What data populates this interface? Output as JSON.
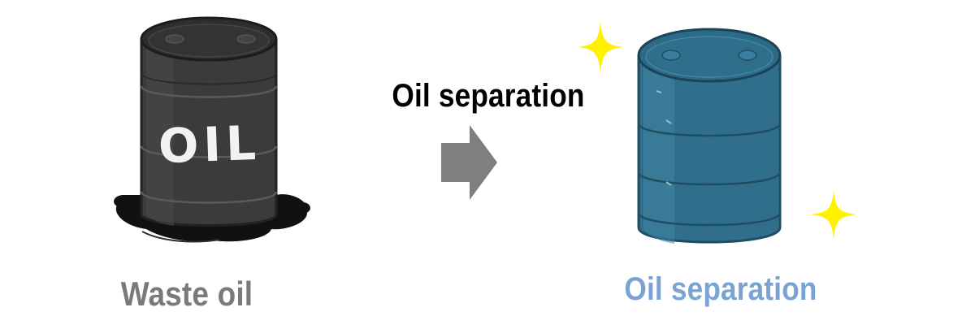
{
  "left_barrel": {
    "caption": "Waste oil",
    "stencil": "OIL",
    "caption_color": "#7a7a7a",
    "barrel_color": "#3b3b3b",
    "puddle_color": "#111111"
  },
  "arrow": {
    "label": "Oil separation",
    "color": "#7f7f7f",
    "icon": "right-arrow-icon"
  },
  "right_barrel": {
    "caption": "Oil separation",
    "caption_color": "#7aa3d2",
    "barrel_color": "#2f6f8c",
    "sparkle_color": "#fff200",
    "sparkle_icon": "sparkle-icon"
  }
}
